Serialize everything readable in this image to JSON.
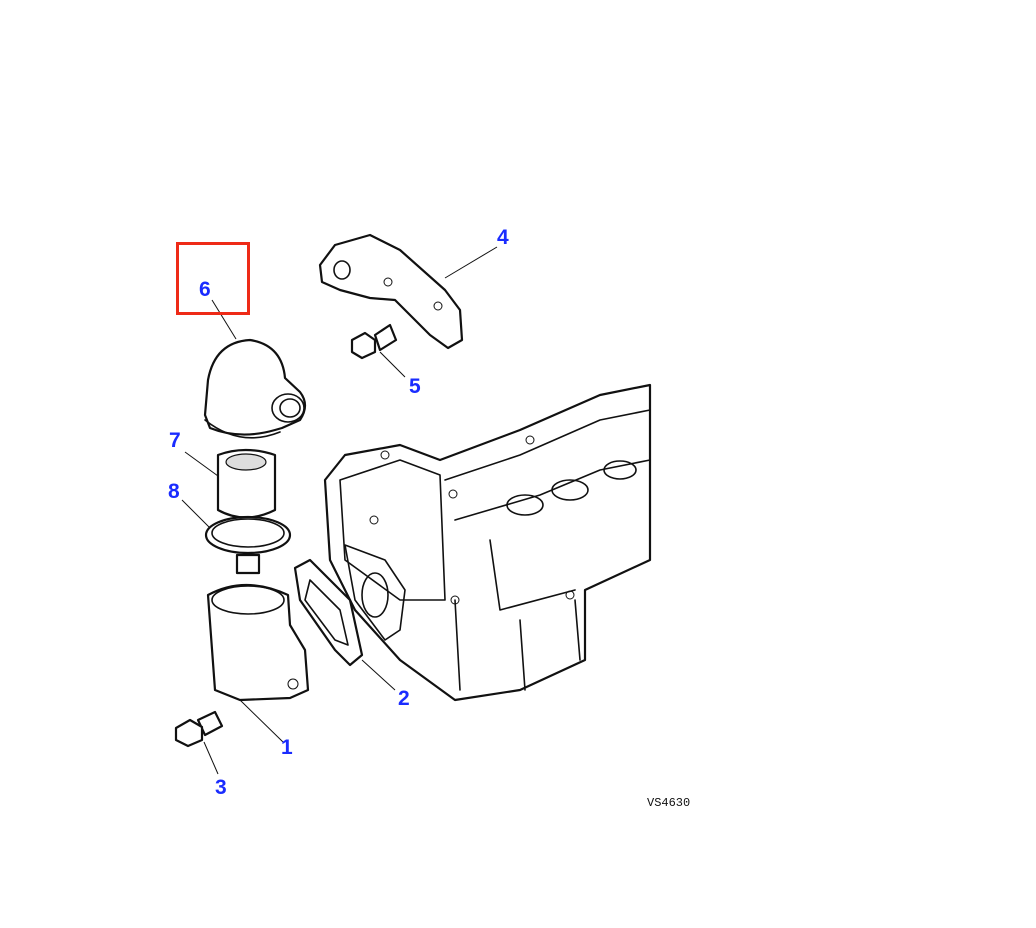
{
  "diagram": {
    "reference_code": "VS4630",
    "highlight_color": "#ee2a17",
    "callout_color": "#1a2cff",
    "highlighted_callout": "6",
    "callouts": [
      {
        "id": "1",
        "part": "thermostat-housing"
      },
      {
        "id": "2",
        "part": "gasket"
      },
      {
        "id": "3",
        "part": "bolt"
      },
      {
        "id": "4",
        "part": "bracket"
      },
      {
        "id": "5",
        "part": "bolt"
      },
      {
        "id": "6",
        "part": "elbow-outlet"
      },
      {
        "id": "7",
        "part": "hose-with-filter"
      },
      {
        "id": "8",
        "part": "hose-clip"
      }
    ]
  }
}
